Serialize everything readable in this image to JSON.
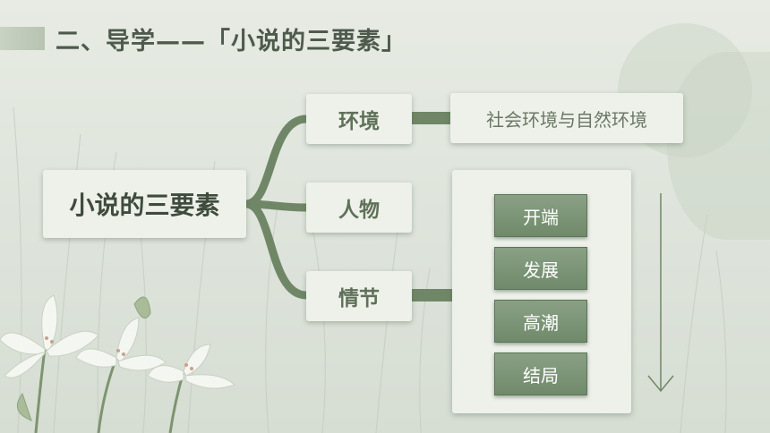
{
  "title": "二、导学——「小说的三要素」",
  "diagram": {
    "root": "小说的三要素",
    "branches": [
      {
        "label": "环境",
        "detail": "社会环境与自然环境"
      },
      {
        "label": "人物"
      },
      {
        "label": "情节",
        "stages": [
          "开端",
          "发展",
          "高潮",
          "结局"
        ]
      }
    ]
  },
  "colors": {
    "connector": "#6f8767",
    "stage_fill": "#7a9174",
    "title_text": "#4e5a4c"
  },
  "icons": [
    "down-arrow-icon",
    "lily-flower-icon"
  ]
}
